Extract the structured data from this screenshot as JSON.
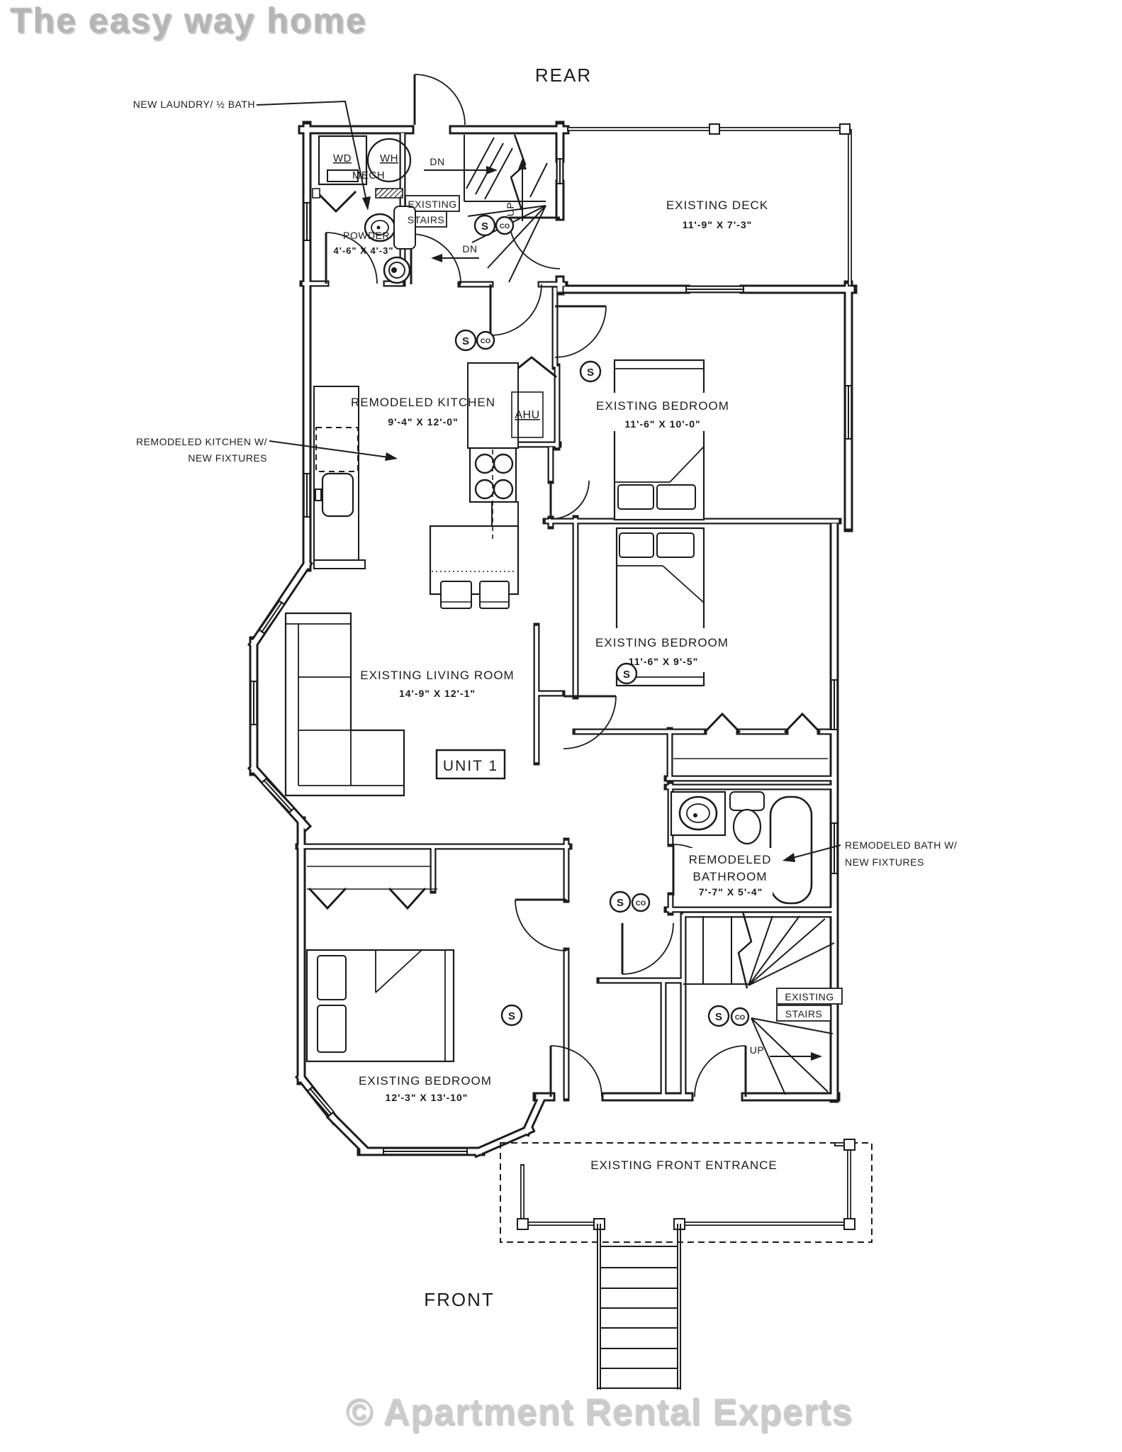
{
  "page": {
    "brand": "The easy way home",
    "watermark": "© Apartment Rental Experts",
    "rear_label": "REAR",
    "front_label": "FRONT",
    "unit_label": "UNIT 1"
  },
  "rooms": {
    "deck": {
      "name": "EXISTING DECK",
      "dims": "11'-9\" X 7'-3\""
    },
    "kitchen": {
      "name": "REMODELED KITCHEN",
      "dims": "9'-4\" X 12'-0\""
    },
    "bedroom_upper": {
      "name": "EXISTING BEDROOM",
      "dims": "11'-6\" X 10'-0\""
    },
    "bedroom_middle": {
      "name": "EXISTING BEDROOM",
      "dims": "11'-6\" X 9'-5\""
    },
    "living_room": {
      "name": "EXISTING LIVING ROOM",
      "dims": "14'-9\" X 12'-1\""
    },
    "bathroom": {
      "name_line1": "REMODELED",
      "name_line2": "BATHROOM",
      "dims": "7'-7\" X 5'-4\""
    },
    "bedroom_lower": {
      "name": "EXISTING BEDROOM",
      "dims": "12'-3\" X 13'-10\""
    },
    "powder": {
      "name": "POWDER",
      "dims": "4'-6\" X 4'-3\""
    },
    "front_entrance": {
      "name": "EXISTING FRONT ENTRANCE"
    }
  },
  "labels": {
    "wd": "WD",
    "wh": "WH",
    "mech": "MECH",
    "ahu": "AHU",
    "dn": "DN",
    "up": "UP",
    "stairs_line1": "EXISTING",
    "stairs_line2": "STAIRS"
  },
  "detectors": {
    "smoke": "S",
    "carbon": "CO"
  },
  "annotations": {
    "laundry": "NEW LAUNDRY/ ½ BATH",
    "kitchen_line1": "REMODELED KITCHEN W/",
    "kitchen_line2": "NEW FIXTURES",
    "bath_line1": "REMODELED BATH W/",
    "bath_line2": "NEW FIXTURES"
  },
  "colors": {
    "ink": "#1c1c1c",
    "brand_gray": "#b5b5b5",
    "watermark_gray": "#cbcbcb"
  }
}
